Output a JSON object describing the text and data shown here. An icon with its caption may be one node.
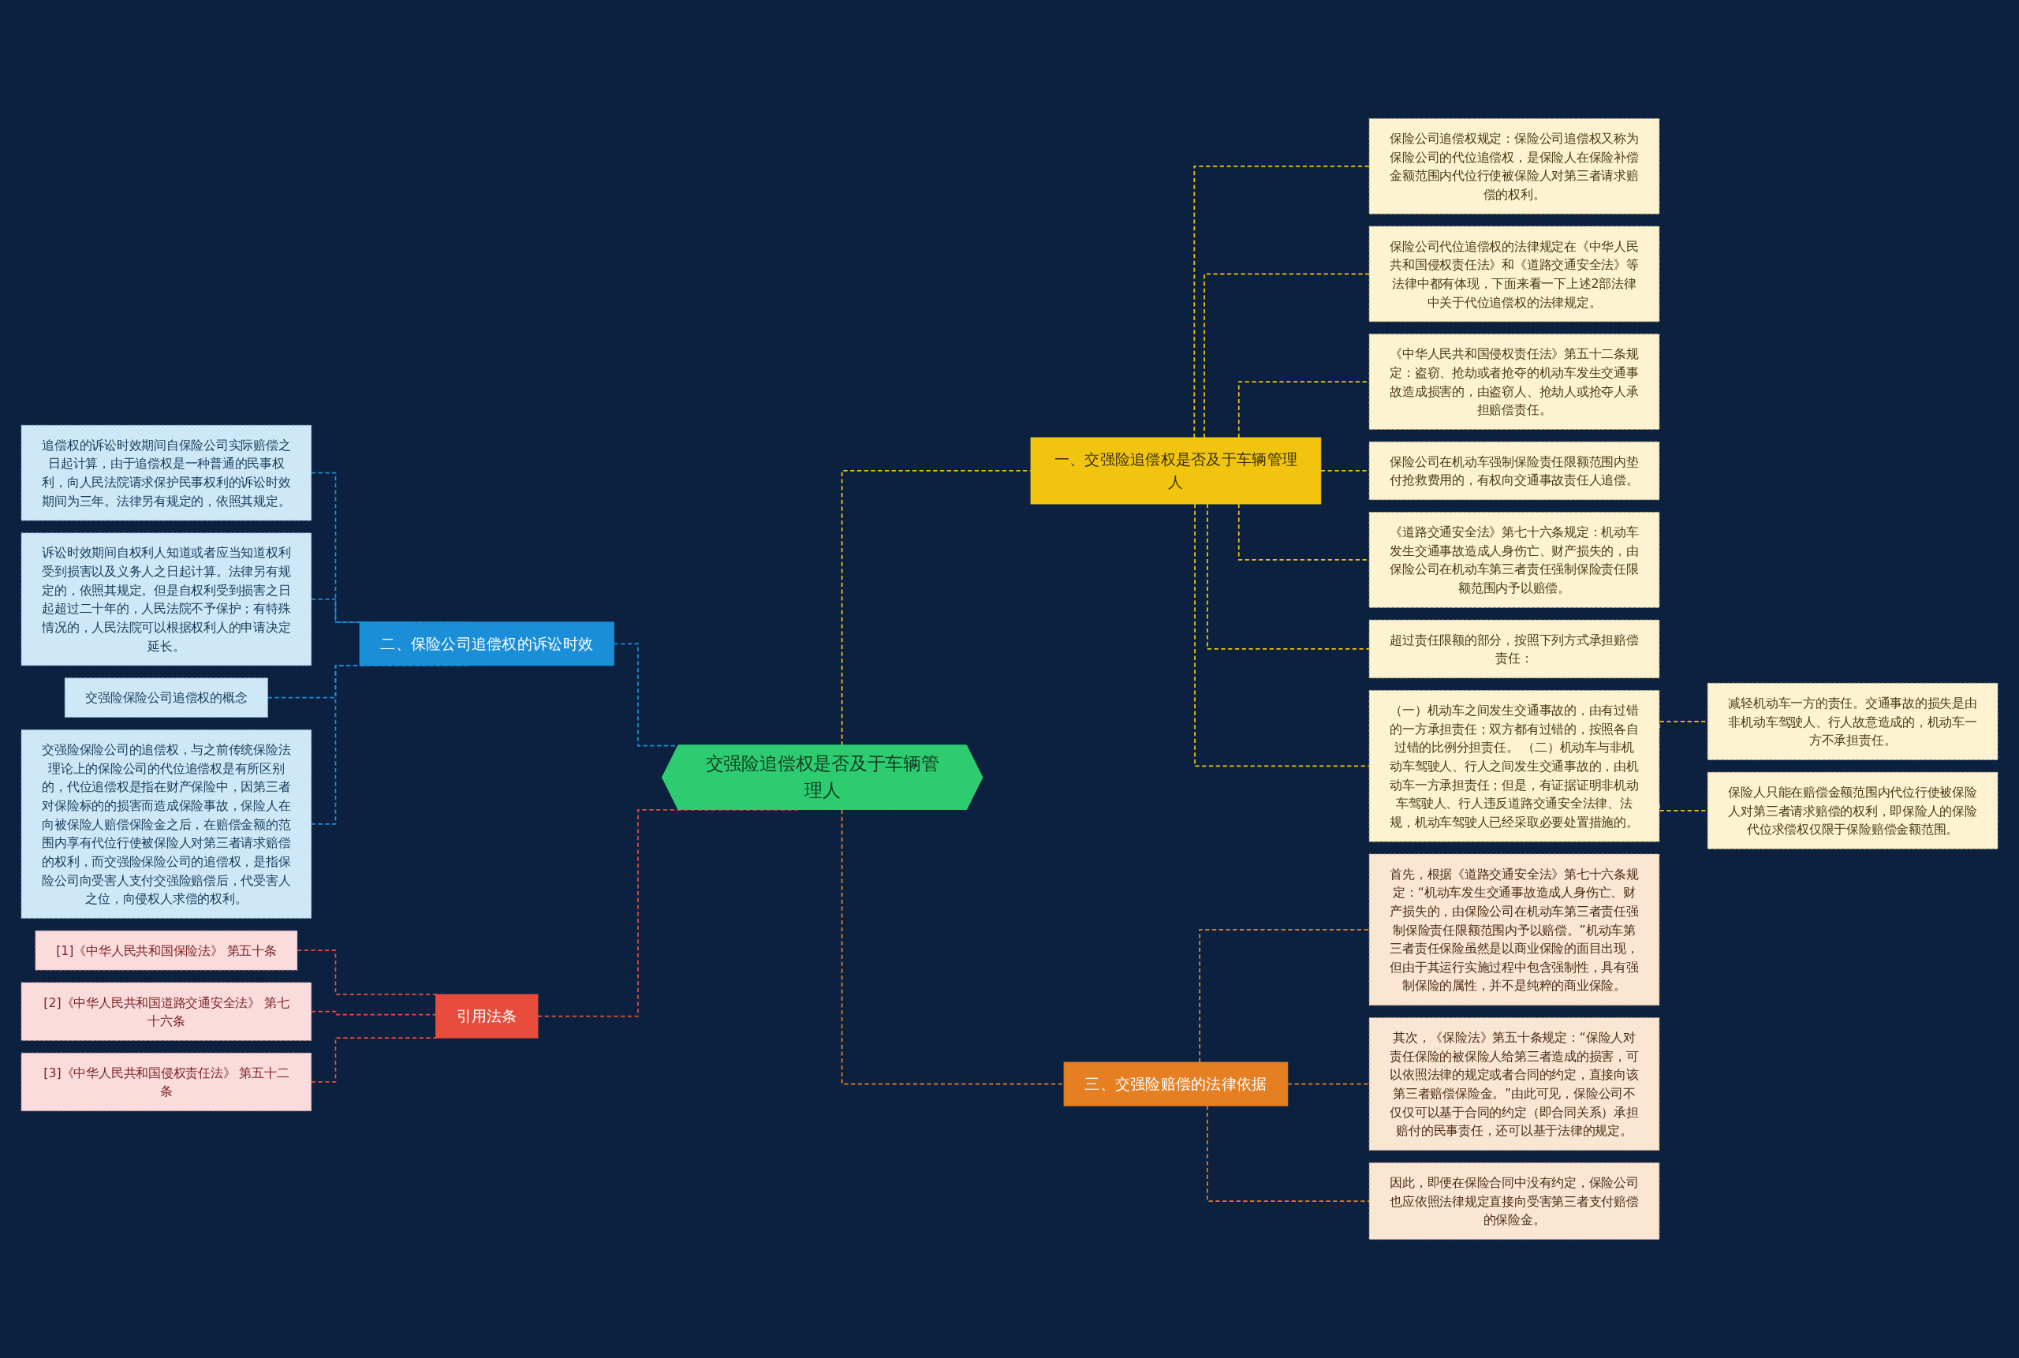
{
  "diagram": {
    "nodes": [
      {
        "text": [
          "交强险追偿权是否及于车辆管理人"
        ]
      },
      {
        "text": [
          "一、交强险追偿权是否及于车辆管理人"
        ]
      },
      {
        "text": [
          "保险公司追偿权规定：保险公司追偿权又称为保险公司的代位追偿权，是保险人在保险补偿金额范围内代位行使被保险人对第三者请求赔偿的权利。"
        ]
      },
      {
        "text": [
          "保险公司代位追偿权的法律规定在《中华人民共和国侵权责任法》和《道路交通安全法》等法律中都有体现，下面来看一下上述2部法律中关于代位追偿权的法律规定。"
        ]
      },
      {
        "text": [
          "《中华人民共和国侵权责任法》第五十二条规定：盗窃、抢劫或者抢夺的机动车发生交通事故造成损害的，由盗窃人、抢劫人或抢夺人承担赔偿责任。"
        ]
      },
      {
        "text": [
          "保险公司在机动车强制保险责任限额范围内垫付抢救费用的，有权向交通事故责任人追偿。"
        ]
      },
      {
        "text": [
          "《道路交通安全法》第七十六条规定：机动车发生交通事故造成人身伤亡、财产损失的，由保险公司在机动车第三者责任强制保险责任限额范围内予以赔偿。"
        ]
      },
      {
        "text": [
          "超过责任限额的部分，按照下列方式承担赔偿责任："
        ]
      },
      {
        "text": [
          "（一）机动车之间发生交通事故的，由有过错的一方承担责任；双方都有过错的，按照各自过错的比例分担责任。 （二）机动车与非机动车驾驶人、行人之间发生交通事故的，由机动车一方承担责任；但是，有证据证明非机动车驾驶人、行人违反道路交通安全法律、法规，机动车驾驶人已经采取必要处置措施的。"
        ]
      },
      {
        "text": [
          "减轻机动车一方的责任。交通事故的损失是由非机动车驾驶人、行人故意造成的，机动车一方不承担责任。"
        ]
      },
      {
        "text": [
          "保险人只能在赔偿金额范围内代位行使被保险人对第三者请求赔偿的权利，即保险人的保险代位求偿权仅限于保险赔偿金额范围。"
        ]
      },
      {
        "text": [
          "三、交强险赔偿的法律依据"
        ]
      },
      {
        "text": [
          "首先，根据《道路交通安全法》第七十六条规定：“机动车发生交通事故造成人身伤亡、财产损失的，由保险公司在机动车第三者责任强制保险责任限额范围内予以赔偿。”机动车第三者责任保险虽然是以商业保险的面目出现，但由于其运行实施过程中包含强制性，具有强制保险的属性，并不是纯粹的商业保险。"
        ]
      },
      {
        "text": [
          "其次，《保险法》第五十条规定：“保险人对责任保险的被保险人给第三者造成的损害，可以依照法律的规定或者合同的约定，直接向该第三者赔偿保险金。”由此可见，保险公司不仅仅可以基于合同的约定（即合同关系）承担赔付的民事责任，还可以基于法律的规定。"
        ]
      },
      {
        "text": [
          "因此，即便在保险合同中没有约定，保险公司也应依照法律规定直接向受害第三者支付赔偿的保险金。"
        ]
      },
      {
        "text": [
          "二、保险公司追偿权的诉讼时效"
        ]
      },
      {
        "text": [
          "追偿权的诉讼时效期间自保险公司实际赔偿之日起计算，由于追偿权是一种普通的民事权利，向人民法院请求保护民事权利的诉讼时效期间为三年。法律另有规定的，依照其规定。"
        ]
      },
      {
        "text": [
          "诉讼时效期间自权利人知道或者应当知道权利受到损害以及义务人之日起计算。法律另有规定的，依照其规定。但是自权利受到损害之日起超过二十年的，人民法院不予保护；有特殊情况的，人民法院可以根据权利人的申请决定延长。"
        ]
      },
      {
        "text": [
          "交强险保险公司追偿权的概念"
        ]
      },
      {
        "text": [
          "交强险保险公司的追偿权，与之前传统保险法理论上的保险公司的代位追偿权是有所区别的，代位追偿权是指在财产保险中，因第三者对保险标的的损害而造成保险事故，保险人在向被保险人赔偿保险金之后，在赔偿金额的范围内享有代位行使被保险人对第三者请求赔偿的权利，而交强险保险公司的追偿权，是指保险公司向受害人支付交强险赔偿后，代受害人之位，向侵权人求偿的权利。"
        ]
      },
      {
        "text": [
          "引用法条"
        ]
      },
      {
        "text": [
          "[1]《中华人民共和国保险法》 第五十条"
        ]
      },
      {
        "text": [
          "[2]《中华人民共和国道路交通安全法》 第七十六条"
        ]
      },
      {
        "text": [
          "[3]《中华人民共和国侵权责任法》 第五十二条"
        ]
      }
    ],
    "edges": [
      {
        "from": 0,
        "to": 1,
        "arrow": "none",
        "style": "dashed"
      },
      {
        "from": 1,
        "to": 2,
        "arrow": "none",
        "style": "dashed"
      },
      {
        "from": 1,
        "to": 3,
        "arrow": "none",
        "style": "dashed"
      },
      {
        "from": 1,
        "to": 4,
        "arrow": "none",
        "style": "dashed"
      },
      {
        "from": 1,
        "to": 5,
        "arrow": "none",
        "style": "dashed"
      },
      {
        "from": 1,
        "to": 6,
        "arrow": "none",
        "style": "dashed"
      },
      {
        "from": 1,
        "to": 7,
        "arrow": "none",
        "style": "dashed"
      },
      {
        "from": 1,
        "to": 8,
        "arrow": "none",
        "style": "dashed"
      },
      {
        "from": 8,
        "to": 9,
        "arrow": "none",
        "style": "dashed"
      },
      {
        "from": 8,
        "to": 10,
        "arrow": "none",
        "style": "dashed"
      },
      {
        "from": 0,
        "to": 11,
        "arrow": "none",
        "style": "dashed",
        "color": "#e67e22"
      },
      {
        "from": 11,
        "to": 12,
        "arrow": "none",
        "style": "dashed",
        "color": "#e67e22"
      },
      {
        "from": 11,
        "to": 13,
        "arrow": "none",
        "style": "dashed",
        "color": "#e67e22"
      },
      {
        "from": 11,
        "to": 14,
        "arrow": "none",
        "style": "dashed",
        "color": "#e67e22"
      },
      {
        "from": 15,
        "to": 0,
        "arrow": "none",
        "style": "dashed",
        "color": "#1a8fd8"
      },
      {
        "from": 16,
        "to": 15,
        "arrow": "none",
        "style": "dashed",
        "color": "#1a8fd8"
      },
      {
        "from": 17,
        "to": 15,
        "arrow": "none",
        "style": "dashed",
        "color": "#1a8fd8"
      },
      {
        "from": 18,
        "to": 15,
        "arrow": "none",
        "style": "dashed",
        "color": "#1a8fd8"
      },
      {
        "from": 19,
        "to": 15,
        "arrow": "none",
        "style": "dashed",
        "color": "#1a8fd8"
      },
      {
        "from": 20,
        "to": 0,
        "arrow": "none",
        "style": "dashed",
        "color": "#e74c3c"
      },
      {
        "from": 21,
        "to": 20,
        "arrow": "none",
        "style": "dashed",
        "color": "#e74c3c"
      },
      {
        "from": 22,
        "to": 20,
        "arrow": "none",
        "style": "dashed",
        "color": "#e74c3c"
      },
      {
        "from": 23,
        "to": 20,
        "arrow": "none",
        "style": "dashed",
        "color": "#e74c3c"
      }
    ]
  }
}
